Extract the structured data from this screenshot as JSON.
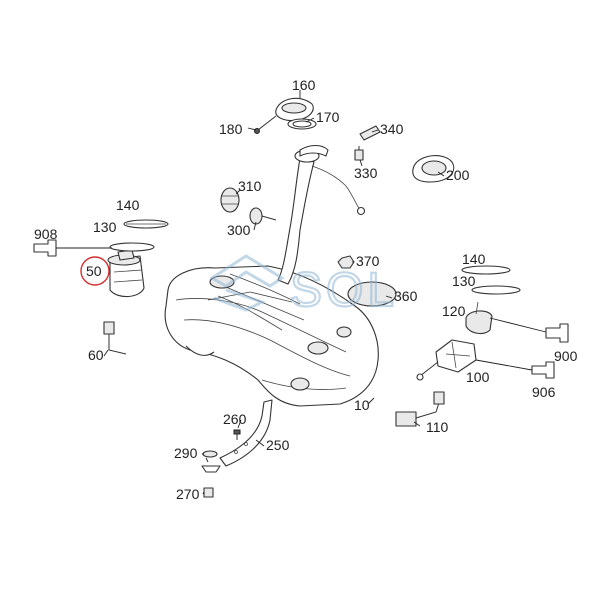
{
  "diagram": {
    "callouts": {
      "p10": "10",
      "p50": "50",
      "p60": "60",
      "p100": "100",
      "p110": "110",
      "p120": "120",
      "p130a": "130",
      "p130b": "130",
      "p140a": "140",
      "p140b": "140",
      "p160": "160",
      "p170": "170",
      "p180": "180",
      "p200": "200",
      "p250": "250",
      "p260": "260",
      "p270": "270",
      "p290": "290",
      "p300": "300",
      "p310": "310",
      "p330": "330",
      "p340": "340",
      "p360": "360",
      "p370": "370",
      "p900": "900",
      "p906": "906",
      "p908": "908"
    },
    "highlighted_part": "50",
    "highlight_color": "#d32f2f",
    "watermark": {
      "text": "SOL",
      "color": "#8fb6d4"
    }
  }
}
